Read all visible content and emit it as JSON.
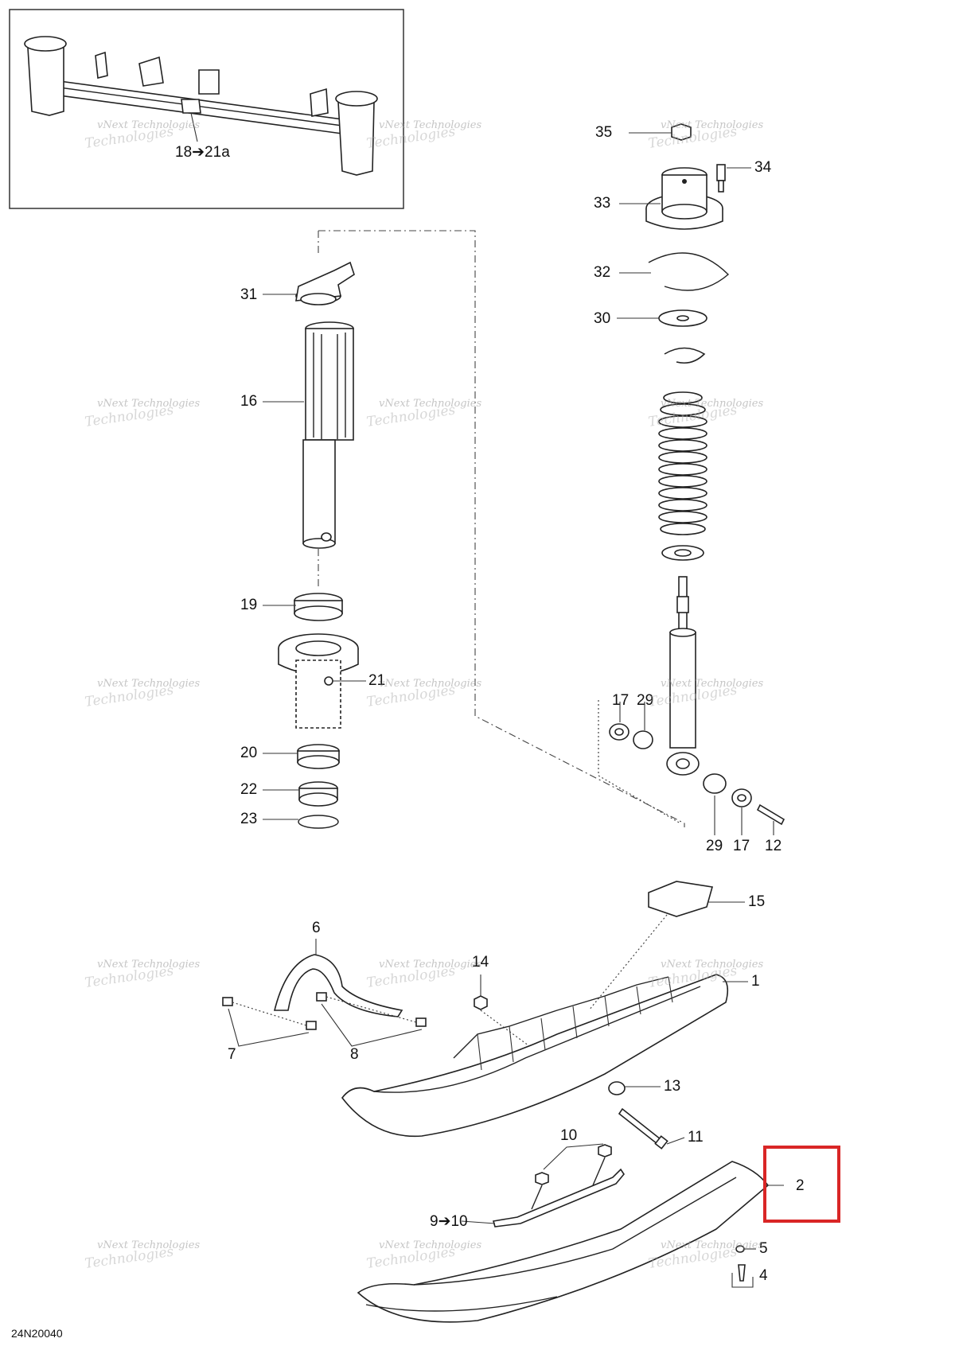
{
  "watermark": {
    "line1": "vNext Technologies",
    "line2": "Technologies"
  },
  "diagram_code": "24N20040",
  "inset": {
    "callout": "18➔21a"
  },
  "callouts": [
    {
      "id": "c35",
      "text": "35"
    },
    {
      "id": "c34",
      "text": "34"
    },
    {
      "id": "c33",
      "text": "33"
    },
    {
      "id": "c32",
      "text": "32"
    },
    {
      "id": "c31",
      "text": "31"
    },
    {
      "id": "c30",
      "text": "30"
    },
    {
      "id": "c16",
      "text": "16"
    },
    {
      "id": "c19",
      "text": "19"
    },
    {
      "id": "c21",
      "text": "21"
    },
    {
      "id": "c17a",
      "text": "17"
    },
    {
      "id": "c29a",
      "text": "29"
    },
    {
      "id": "c20",
      "text": "20"
    },
    {
      "id": "c22",
      "text": "22"
    },
    {
      "id": "c23",
      "text": "23"
    },
    {
      "id": "c29b",
      "text": "29"
    },
    {
      "id": "c17b",
      "text": "17"
    },
    {
      "id": "c12",
      "text": "12"
    },
    {
      "id": "c15",
      "text": "15"
    },
    {
      "id": "c6",
      "text": "6"
    },
    {
      "id": "c14",
      "text": "14"
    },
    {
      "id": "c1",
      "text": "1"
    },
    {
      "id": "c7",
      "text": "7"
    },
    {
      "id": "c8",
      "text": "8"
    },
    {
      "id": "c13",
      "text": "13"
    },
    {
      "id": "c11",
      "text": "11"
    },
    {
      "id": "c10",
      "text": "10"
    },
    {
      "id": "c2",
      "text": "2"
    },
    {
      "id": "c9to10",
      "text": "9➔10"
    },
    {
      "id": "c5",
      "text": "5"
    },
    {
      "id": "c4",
      "text": "4"
    }
  ],
  "highlight": {
    "callout": "2",
    "color": "#d92626"
  }
}
